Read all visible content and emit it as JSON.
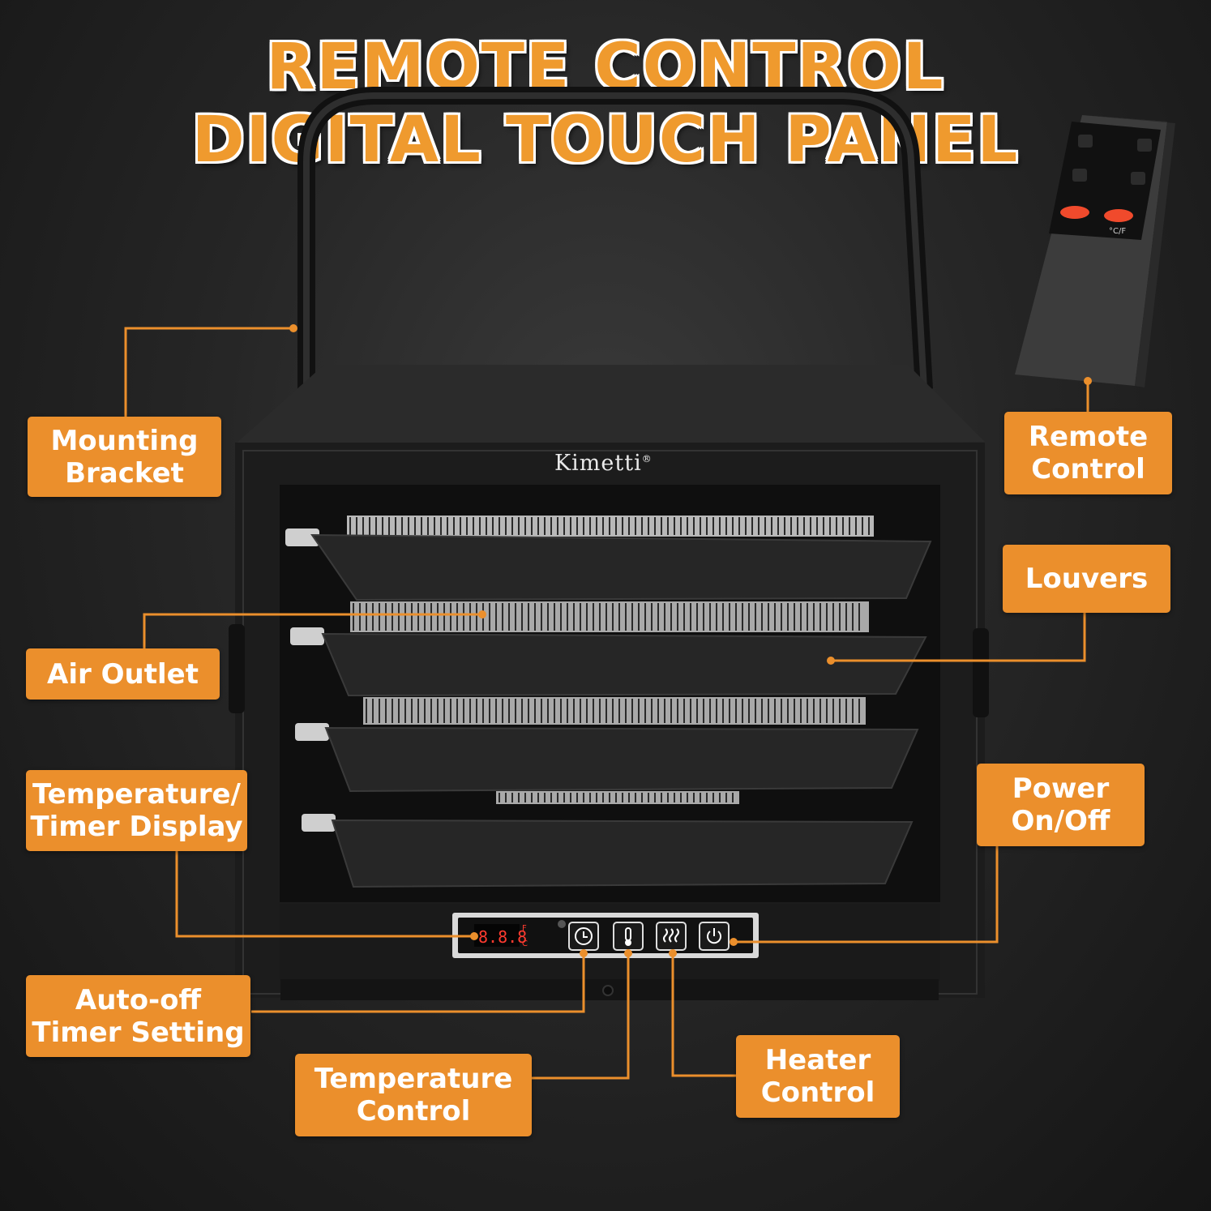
{
  "title": {
    "line1": "REMOTE CONTROL",
    "line2": "DIGITAL TOUCH PANEL"
  },
  "brand": {
    "name": "Kimetti",
    "mark": "®"
  },
  "display": {
    "digits": "8.8.8",
    "unit_f": "F",
    "unit_c": "C"
  },
  "remote_buttons": {
    "unit_toggle": "°C/F"
  },
  "callouts": {
    "mounting_bracket": [
      "Mounting",
      "Bracket"
    ],
    "remote_control": [
      "Remote",
      "Control"
    ],
    "louvers": [
      "Louvers"
    ],
    "air_outlet": [
      "Air Outlet"
    ],
    "temp_timer_display": [
      "Temperature/",
      "Timer Display"
    ],
    "power": [
      "Power",
      "On/Off"
    ],
    "auto_off_timer": [
      "Auto-off",
      "Timer Setting"
    ],
    "temperature_control": [
      "Temperature",
      "Control"
    ],
    "heater_control": [
      "Heater",
      "Control"
    ]
  },
  "colors": {
    "accent": "#eb8f2c",
    "title_fill": "#ef9a2e",
    "heater_body": "#1c1c1c",
    "remote_button_red": "#f04a2c",
    "display_digits": "#ff3b30"
  }
}
